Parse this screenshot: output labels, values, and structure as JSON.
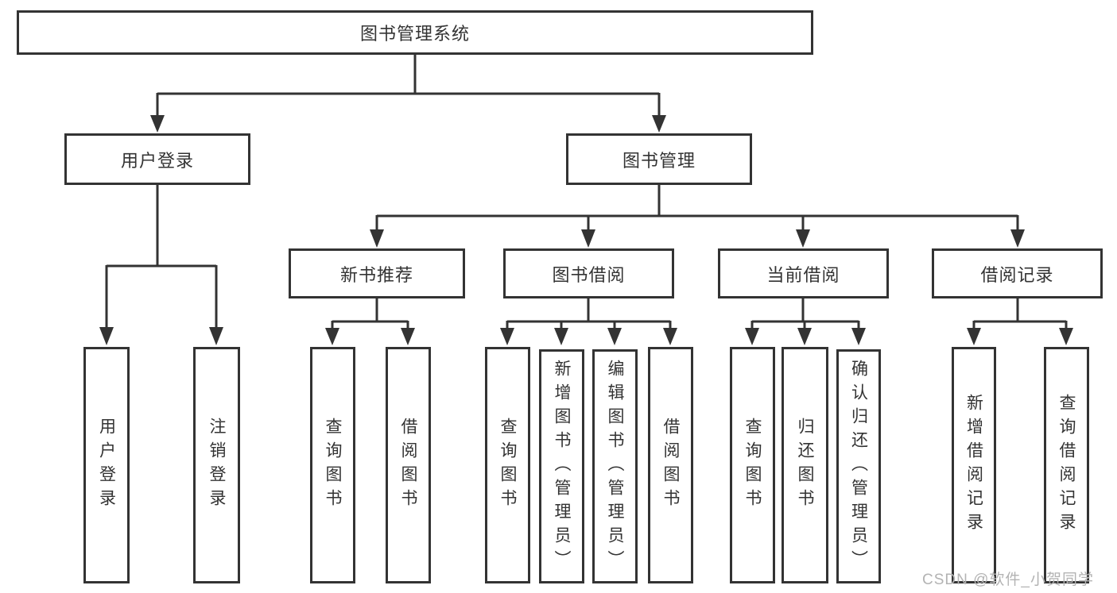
{
  "diagram": {
    "nodes": {
      "root": "图书管理系统",
      "user_login": "用户登录",
      "book_management": "图书管理",
      "new_book_recommend": "新书推荐",
      "book_borrowing": "图书借阅",
      "current_borrowing": "当前借阅",
      "borrowing_records": "借阅记录",
      "leaf_user_login": "用户登录",
      "leaf_logout": "注销登录",
      "leaf_query_books_recommend": "查询图书",
      "leaf_borrow_books_recommend": "借阅图书",
      "leaf_query_books_borrowing": "查询图书",
      "leaf_add_book_admin": "新增图书（管理员）",
      "leaf_edit_book_admin": "编辑图书（管理员）",
      "leaf_borrow_books_borrowing": "借阅图书",
      "leaf_query_books_current": "查询图书",
      "leaf_return_book": "归还图书",
      "leaf_confirm_return_admin": "确认归还（管理员）",
      "leaf_add_borrow_record": "新增借阅记录",
      "leaf_query_borrow_record": "查询借阅记录"
    },
    "watermark": "CSDN @软件_小贺同学",
    "colors": {
      "line": "#333333",
      "text": "#333333",
      "box_background": "#ffffff",
      "watermark": "#b3b3b3"
    }
  }
}
